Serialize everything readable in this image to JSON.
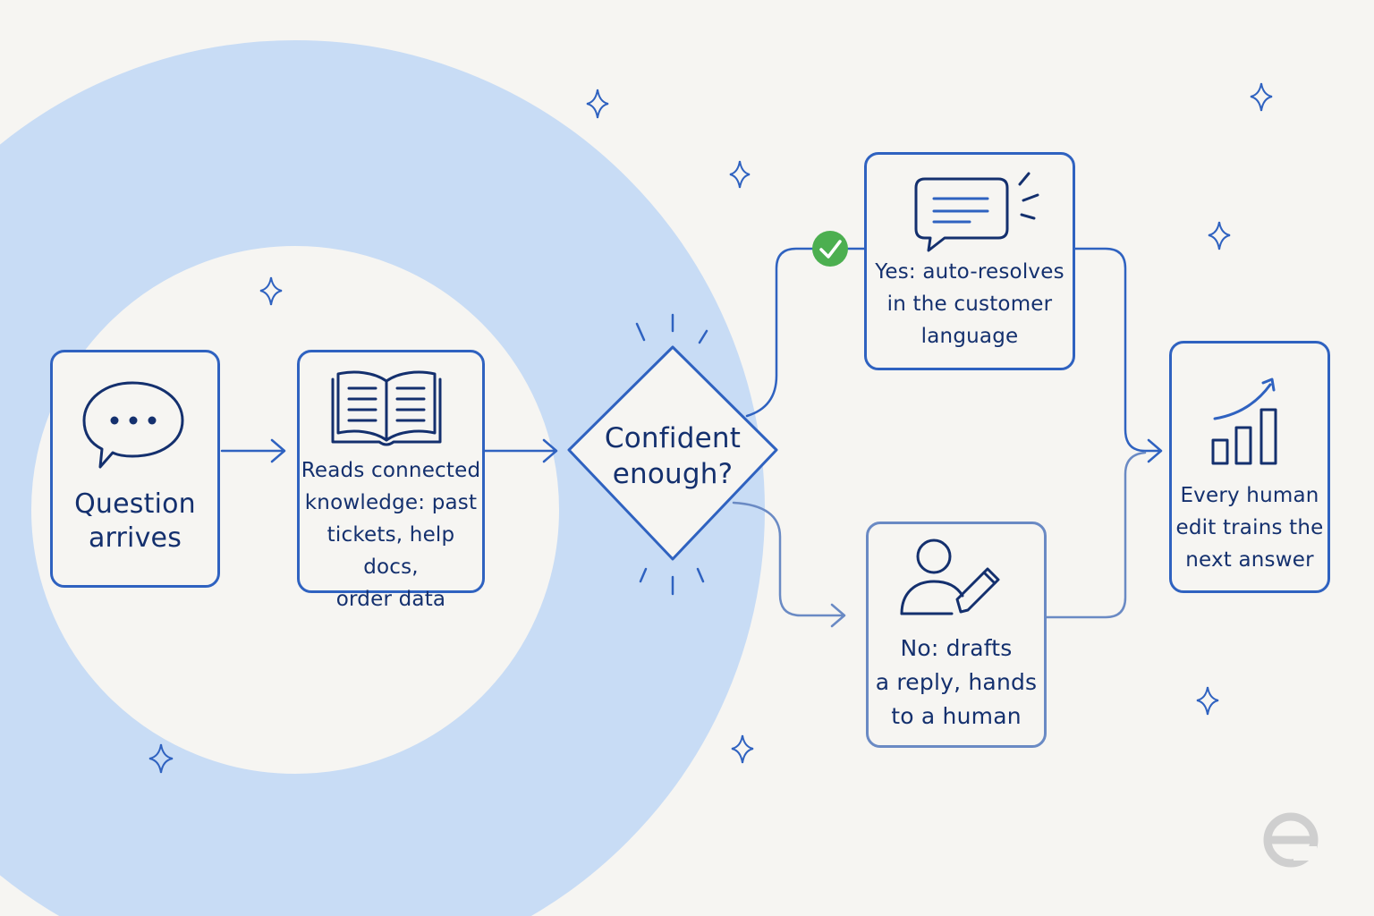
{
  "diagram": {
    "nodes": {
      "question": {
        "text": "Question\narrives",
        "icon": "chat-bubble-icon"
      },
      "knowledge": {
        "text": "Reads connected\nknowledge: past\ntickets, help docs,\norder data",
        "icon": "open-book-icon"
      },
      "decision": {
        "text": "Confident\nenough?"
      },
      "yes": {
        "text": "Yes: auto-resolves\nin the customer\nlanguage",
        "icon": "message-icon"
      },
      "no": {
        "text": "No: drafts\na reply, hands\nto a human",
        "icon": "person-edit-icon"
      },
      "train": {
        "text": "Every human\nedit trains the\nnext answer",
        "icon": "bar-growth-icon"
      }
    },
    "edges": [
      {
        "from": "question",
        "to": "knowledge"
      },
      {
        "from": "knowledge",
        "to": "decision"
      },
      {
        "from": "decision",
        "to": "yes",
        "marker": "check-icon"
      },
      {
        "from": "decision",
        "to": "no"
      },
      {
        "from": "yes",
        "to": "train"
      },
      {
        "from": "no",
        "to": "train"
      }
    ]
  },
  "colors": {
    "background": "#f6f5f2",
    "accent_blue": "#2f62c0",
    "soft_blue": "#c8dcf5",
    "text": "#14306e",
    "check_green": "#4caf50",
    "logo_gray": "#cfcfcf"
  },
  "logo": {
    "glyph": "e"
  }
}
